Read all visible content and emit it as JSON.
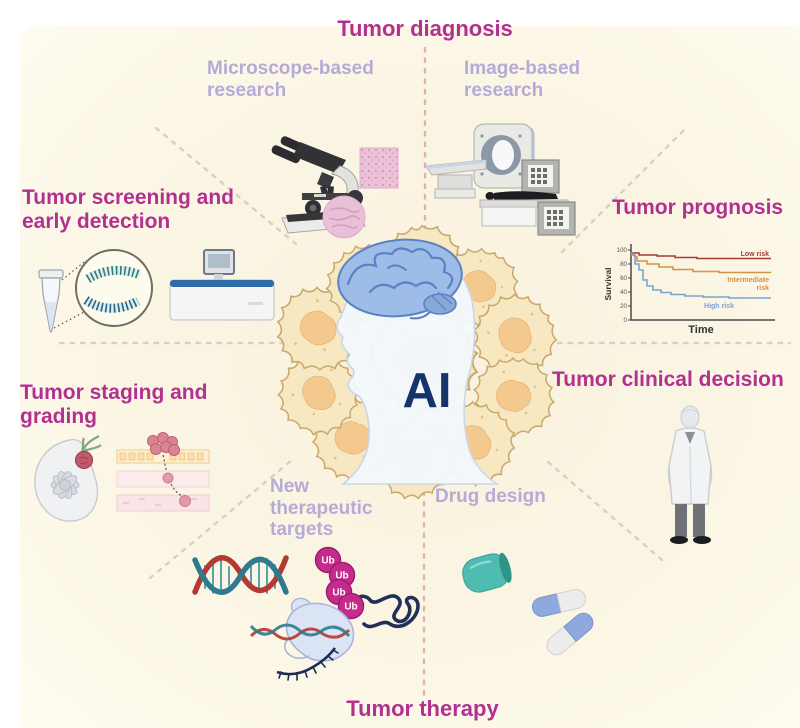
{
  "figure": {
    "center": {
      "ai_label": "AI"
    },
    "titles": {
      "diagnosis": "Tumor diagnosis",
      "screening": "Tumor screening and\nearly detection",
      "prognosis": "Tumor prognosis",
      "staging": "Tumor staging and\ngrading",
      "clinical_decision": "Tumor clinical decision",
      "therapy": "Tumor therapy"
    },
    "sublabels": {
      "microscope_research": "Microscope-based\nresearch",
      "image_research": "Image-based\nresearch",
      "therapeutic_targets": "New\ntherapeutic\ntargets",
      "drug_design": "Drug design"
    },
    "ubiquitin_label": "Ub",
    "colors": {
      "title_magenta": "#b23190",
      "sublabel_lavender": "#b5abd6",
      "ai_navy": "#16336b",
      "background_cream": "#fbf5e4",
      "cell_fill": "#f8e8c2",
      "cell_nucleus": "#f4c98e",
      "dna_red": "#b23a30",
      "dna_teal": "#2e7b90",
      "ubiquitin_magenta": "#c42b8c",
      "capsule_teal": "#4fbcb1",
      "capsule_blue": "#8ea9dd"
    }
  },
  "chart_data": {
    "type": "line",
    "subtype": "kaplan-meier-survival",
    "xlabel": "Time",
    "ylabel": "Survival",
    "ylim": [
      0,
      100
    ],
    "yticks": [
      "100",
      "80",
      "60",
      "40",
      "20",
      "0"
    ],
    "grid": false,
    "legend_position": "inline-right",
    "series": [
      {
        "name": "Low risk",
        "color": "#a63b34",
        "x": [
          0,
          1,
          2,
          3,
          5,
          7,
          10
        ],
        "y": [
          100,
          96,
          95,
          94,
          93,
          92,
          91
        ]
      },
      {
        "name": "Intermediate risk",
        "color": "#cf9449",
        "x": [
          0,
          0.5,
          1,
          2,
          3,
          4,
          6,
          8,
          10
        ],
        "y": [
          100,
          94,
          88,
          84,
          80,
          77,
          74,
          72,
          72
        ]
      },
      {
        "name": "High risk",
        "color": "#7ba3d3",
        "x": [
          0,
          0.5,
          1,
          1.5,
          2,
          3,
          4,
          5,
          7,
          10
        ],
        "y": [
          100,
          88,
          72,
          57,
          48,
          42,
          37,
          34,
          31,
          30
        ]
      }
    ],
    "legend_lines": {
      "low": "Low risk",
      "intermediate_1": "Intermediate",
      "intermediate_2": "risk",
      "high": "High risk"
    }
  }
}
